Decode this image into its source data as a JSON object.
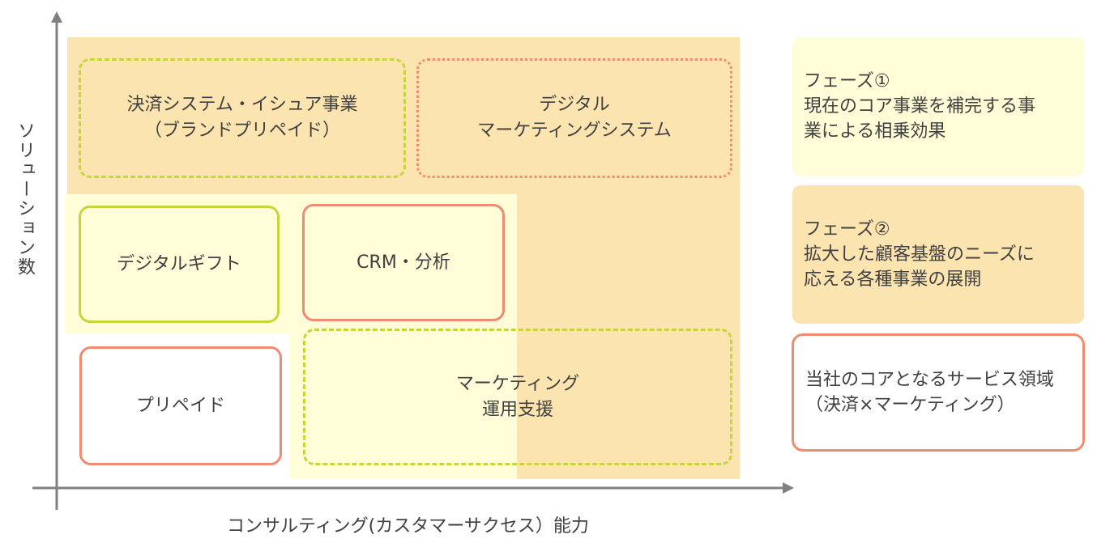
{
  "axes": {
    "y_label": "ソリューション数",
    "x_label": "コンサルティング(カスタマーサクセス）能力"
  },
  "boxes": {
    "payment_issuer": "決済システム・イシュア事業\n（ブランドプリペイド）",
    "digital_marketing_system": "デジタル\nマーケティングシステム",
    "digital_gift": "デジタルギフト",
    "crm": "CRM・分析",
    "prepaid": "プリペイド",
    "marketing_ops": "マーケティング\n運用支援"
  },
  "legend": {
    "phase1": "フェーズ①\n現在のコア事業を補完する事\n業による相乗効果",
    "phase2": "フェーズ②\n拡大した顧客基盤のニーズに\n応える各種事業の展開",
    "core": "当社のコアとなるサービス領域\n（決済×マーケティング）"
  },
  "colors": {
    "orange_region": "#fce4b0",
    "cream_region": "#fefdd7",
    "green_border": "#c4d63a",
    "red_border": "#f08a70",
    "axis": "#808080"
  }
}
